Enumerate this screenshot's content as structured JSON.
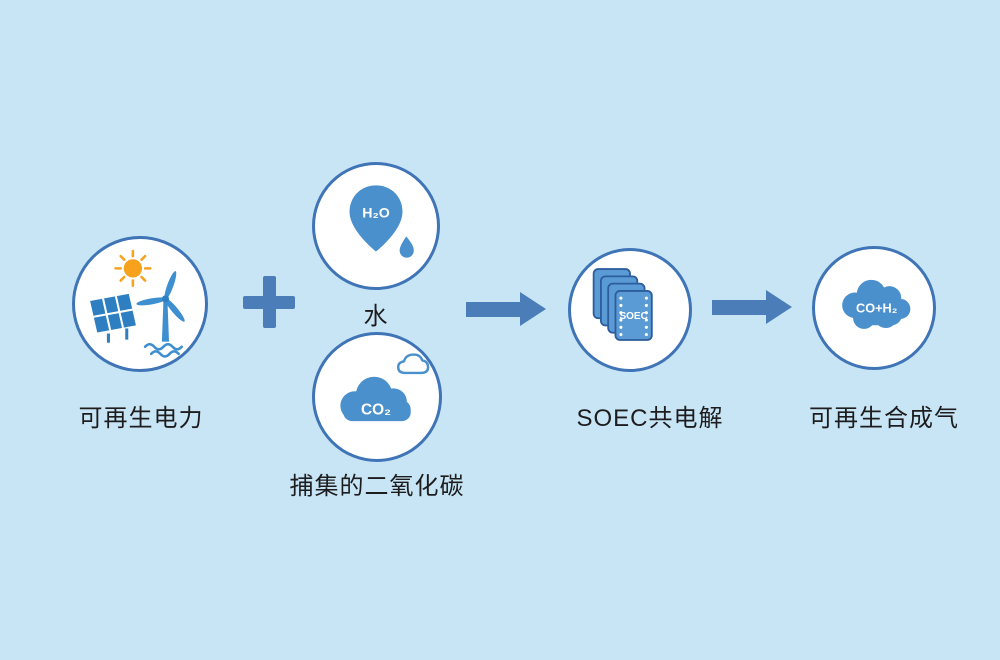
{
  "colors": {
    "background": "#c8e5f5",
    "circle_border": "#3f74b6",
    "icon_blue": "#4a90cd",
    "connector_blue": "#4b7db8",
    "sun_orange": "#f6a21d",
    "panel_blue": "#2e7fc2",
    "text": "#1d1d1f"
  },
  "nodes": {
    "renewable_power": {
      "label": "可再生电力"
    },
    "water": {
      "label": "水",
      "icon_text": "H₂O"
    },
    "captured_co2": {
      "label": "捕集的二氧化碳",
      "icon_text": "CO₂"
    },
    "soec": {
      "label": "SOEC共电解",
      "icon_text": "SOEC"
    },
    "syngas": {
      "label": "可再生合成气",
      "icon_text": "CO+H₂"
    }
  },
  "operators": {
    "plus": "+"
  }
}
